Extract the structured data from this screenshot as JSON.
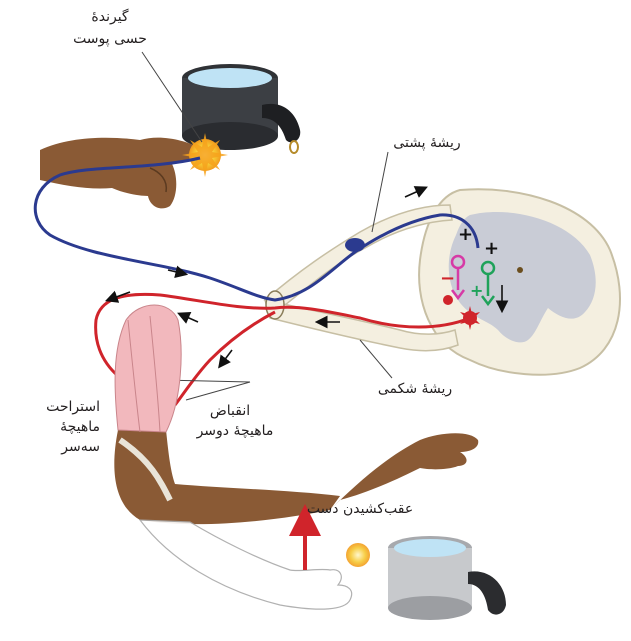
{
  "labels": {
    "receptor_line1": "گیرندهٔ",
    "receptor_line2": "حسی پوست",
    "dorsal_root": "ریشهٔ پشتی",
    "ventral_root": "ریشهٔ شکمی",
    "relax_line1": "استراحت",
    "relax_line2": "ماهیچهٔ",
    "relax_line3": "سه‌سر",
    "contract_line1": "انقباض",
    "contract_line2": "ماهیچهٔ دوسر",
    "withdraw": "عقب‌کشیدن دست"
  },
  "colors": {
    "sensory_nerve": "#2b3a8f",
    "motor_nerve": "#d0242b",
    "skin": "#8a5a35",
    "muscle": "#f2b8bd",
    "gray_matter": "#c9ccd6",
    "white_matter": "#f4efe0",
    "pot": "#3c3f44",
    "water": "#bfe3f5",
    "spark": "#f7c934"
  }
}
